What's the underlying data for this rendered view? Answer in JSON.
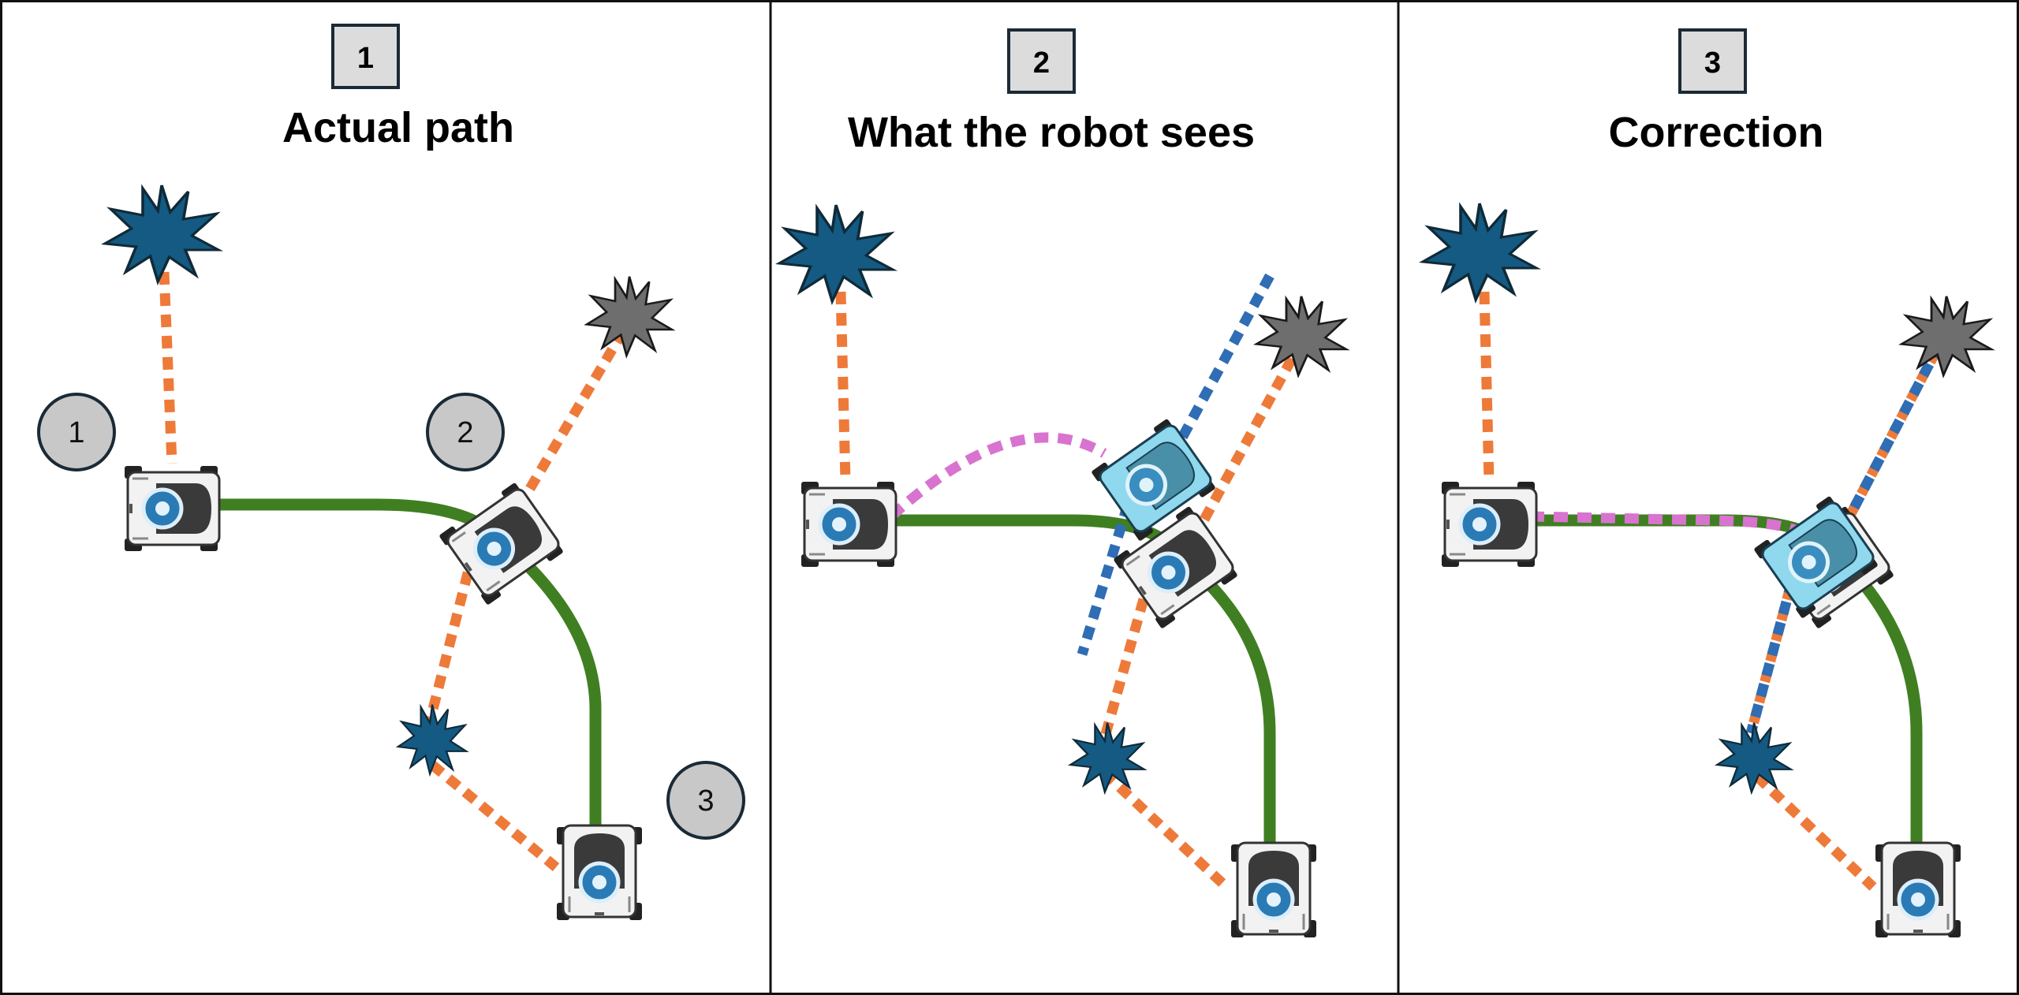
{
  "panels": [
    {
      "number": "1",
      "title": "Actual path"
    },
    {
      "number": "2",
      "title": "What the robot sees"
    },
    {
      "number": "3",
      "title": "Correction"
    }
  ],
  "position_markers": [
    "1",
    "2",
    "3"
  ],
  "colors": {
    "path": "#3f7f22",
    "observation": "#ee7a3a",
    "estimate_ray": "#2f6db4",
    "estimated_path": "#d873cf",
    "landmark_fixed": "#145a82",
    "landmark_uncertain": "#6e6e6e",
    "robot_estimate": "#8fd8ee",
    "marker_fill": "#c8c8c8"
  },
  "icons": [
    "landmark-star-icon",
    "robot-icon",
    "ghost-robot-icon"
  ]
}
